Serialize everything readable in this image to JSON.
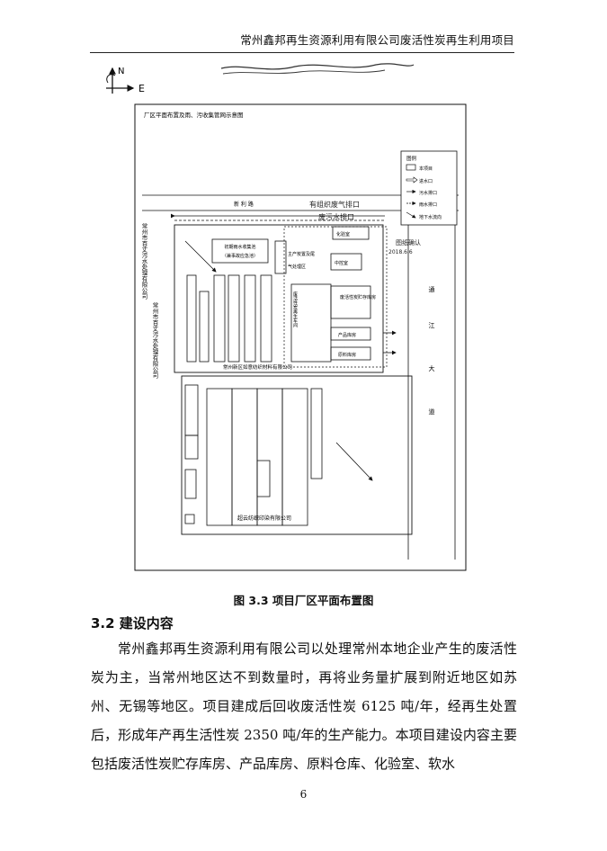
{
  "header": {
    "title": "常州鑫邦再生资源利用有限公司废活性炭再生利用项目"
  },
  "figure": {
    "caption": "图 3.3  项目厂区平面布置图",
    "plan_title": "厂区平面布置及雨、污收集管网示意图",
    "compass": {
      "north": "N",
      "east": "E"
    },
    "road_north": "新    利    路",
    "road_east": [
      "通",
      "江",
      "大",
      "道"
    ],
    "west_company_1": "常州市百丈污水处理有限公司",
    "west_company_2": "常州市百丈污水处理有限公司",
    "neighbor_north": "常州新区如意纺织材料有限公司",
    "neighbor_south": "超云纺织印染有限公司",
    "pool_label_1": "初期雨水收集池",
    "pool_label_2": "（兼事故应急池）",
    "gas_area_1": "主产炭置及尾",
    "gas_area_2": "气处理区",
    "lab": "化验室",
    "control": "中控室",
    "storage": "废活性炭贮存库房",
    "product_store": "产品库房",
    "raw_store": "原料库房",
    "workshop_vertical": "废活性炭再生车间",
    "handwritten_1": "有组织废气排口",
    "handwritten_2": "废污水排口",
    "handwritten_3": "图纸确认",
    "handwritten_date": "2018.6.6",
    "legend": {
      "title": "图例",
      "items": [
        {
          "icon": "rect-icon",
          "label": "本项目"
        },
        {
          "icon": "hollow-arrow-icon",
          "label": "进水口"
        },
        {
          "icon": "arrow-icon",
          "label": "污水排口"
        },
        {
          "icon": "dashed-arrow-icon",
          "label": "雨水排口"
        },
        {
          "icon": "down-arrow-icon",
          "label": "地下水流向"
        }
      ]
    }
  },
  "section": {
    "heading": "3.2 建设内容"
  },
  "body": {
    "paragraph": "常州鑫邦再生资源利用有限公司以处理常州本地企业产生的废活性炭为主，当常州地区达不到数量时，再将业务量扩展到附近地区如苏州、无锡等地区。项目建成后回收废活性炭 6125 吨/年，经再生处置后，形成年产再生活性炭 2350 吨/年的生产能力。本项目建设内容主要包括废活性炭贮存库房、产品库房、原料仓库、化验室、软水"
  },
  "footer": {
    "page_number": "6"
  }
}
